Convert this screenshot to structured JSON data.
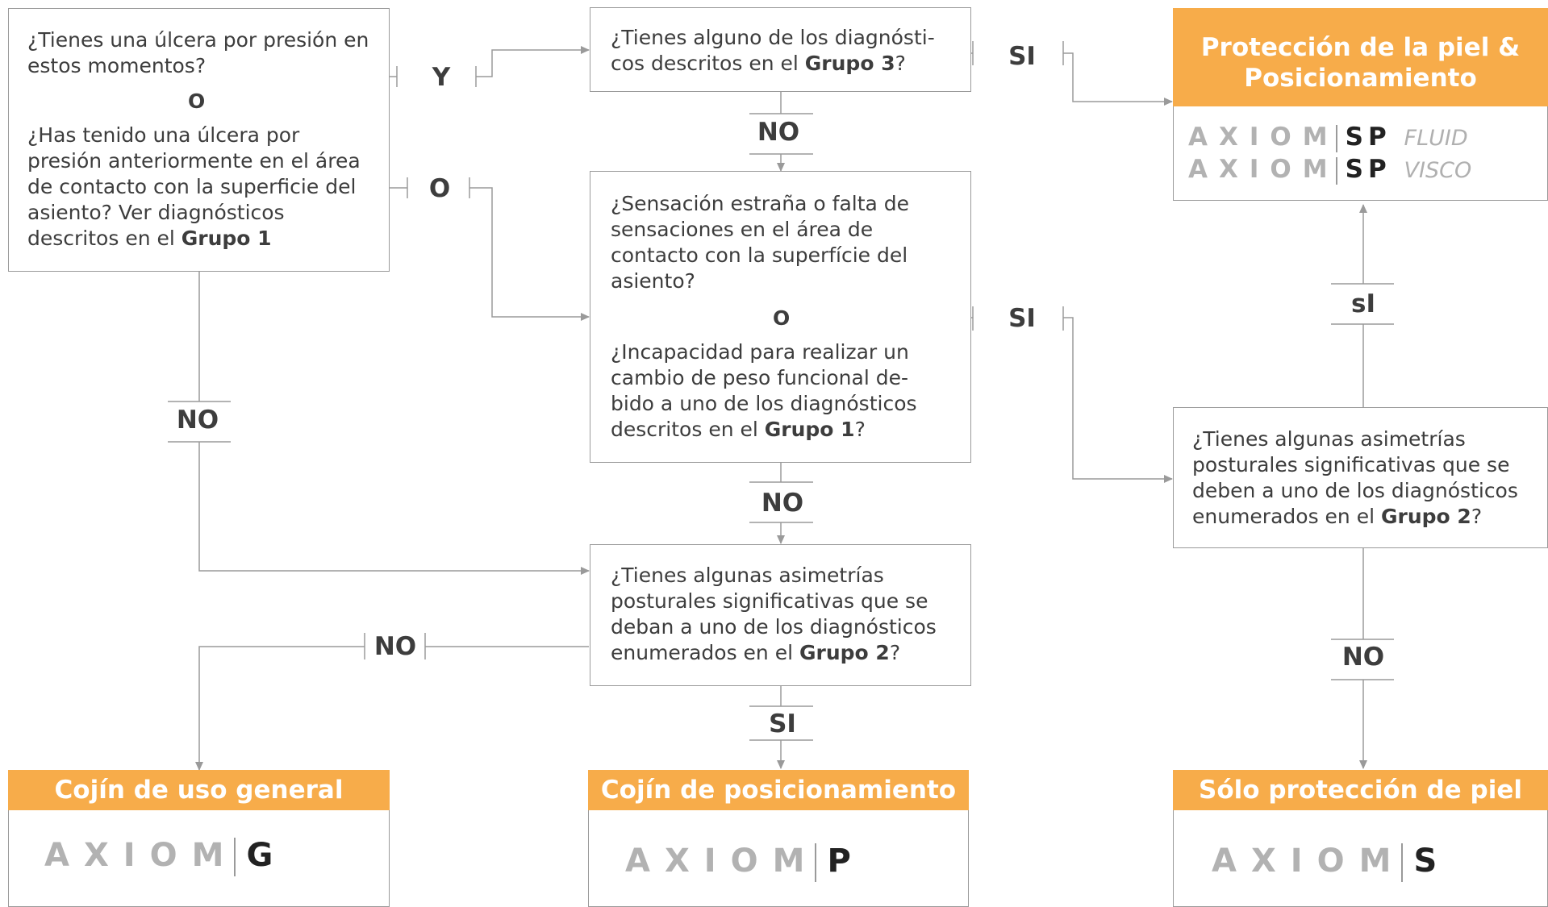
{
  "q1": {
    "part1": "¿Tienes una úlcera por presión en estos momentos?",
    "or": "O",
    "part2_pre": "¿Has tenido una úlcera por presión anteriormente en el área de contacto con la superficie del asiento? Ver diagnósticos descritos en el ",
    "part2_bold": "Grupo 1"
  },
  "q2": {
    "pre": "¿Tienes alguno de los diagnósti-cos descritos en el ",
    "bold": "Grupo 3",
    "post": "?"
  },
  "q3": {
    "part1": "¿Sensación estraña o falta de sensaciones en el área de contacto con la superfície del asiento?",
    "or": "O",
    "part2_pre": "¿Incapacidad para realizar un cambio de peso funcional de-bido a uno de los diagnósticos descritos en el ",
    "part2_bold": "Grupo 1",
    "part2_post": "?"
  },
  "q4": {
    "pre": "¿Tienes algunas asimetrías posturales significativas que se deban a uno de los diagnósticos enumerados en el ",
    "bold": "Grupo 2",
    "post": "?"
  },
  "q5": {
    "pre": "¿Tienes algunas asimetrías posturales significativas que se deben a uno de los diagnósticos enumerados en el ",
    "bold": "Grupo 2",
    "post": "?"
  },
  "labels": {
    "y": "Y",
    "o": "O",
    "si_top": "SI",
    "no_q2": "NO",
    "si_mid": "SI",
    "no_left": "NO",
    "no_q3": "NO",
    "no_q4": "NO",
    "si_q4": "SI",
    "si_q5": "sI",
    "no_q5": "NO"
  },
  "outcomes": {
    "skin_pos": {
      "title": "Protección de la piel & Posicionamiento",
      "brand": "AXIOM",
      "suffix": "SP",
      "variants": [
        "FLUID",
        "VISCO"
      ]
    },
    "general": {
      "title": "Cojín de uso general",
      "brand": "AXIOM",
      "suffix": "G"
    },
    "positioning": {
      "title": "Cojín de posicionamiento",
      "brand": "AXIOM",
      "suffix": "P"
    },
    "skin_only": {
      "title": "Sólo protección de piel",
      "brand": "AXIOM",
      "suffix": "S"
    }
  },
  "colors": {
    "accent": "#f7ac4a",
    "line": "#9a9a9a",
    "text": "#3d3d3d"
  }
}
